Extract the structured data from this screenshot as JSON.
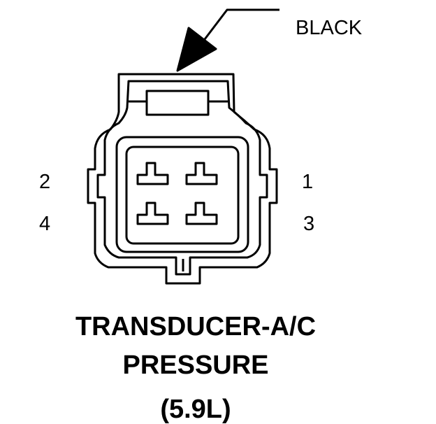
{
  "wire_color": "BLACK",
  "pins": {
    "p1": "1",
    "p2": "2",
    "p3": "3",
    "p4": "4"
  },
  "title": {
    "line1": "TRANSDUCER-A/C",
    "line2": "PRESSURE",
    "line3": "(5.9L)"
  },
  "colors": {
    "stroke": "#000000",
    "background": "#ffffff"
  }
}
